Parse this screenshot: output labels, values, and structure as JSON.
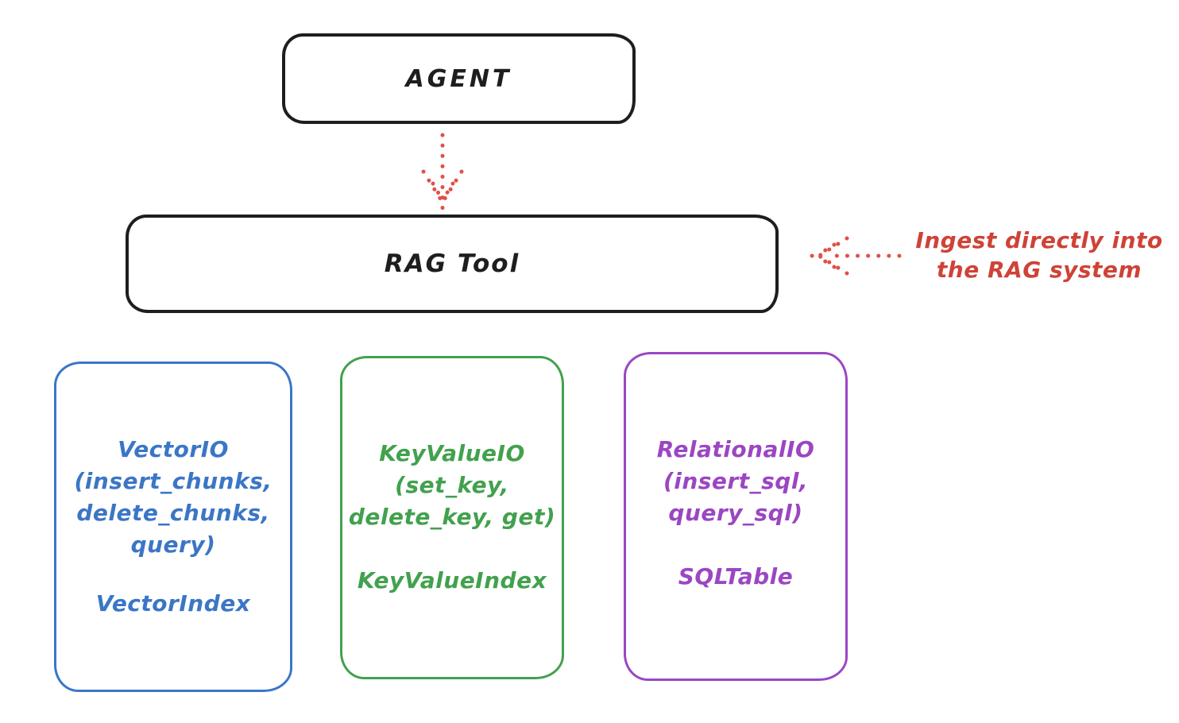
{
  "colors": {
    "background": "#ffffff",
    "ink": "#1e1e1e",
    "arrow_red": "#df5149",
    "annotation_red": "#cf4237",
    "vector_blue": "#3b76c6",
    "keyvalue_green": "#42a14d",
    "relational_purple": "#9b46c3"
  },
  "agent": {
    "label": "AGENT"
  },
  "rag": {
    "label": "RAG Tool"
  },
  "annotation": {
    "lines": [
      "Ingest directly into",
      "the RAG system"
    ]
  },
  "arrows": [
    {
      "name": "agent-to-rag",
      "style": "dotted",
      "direction": "down"
    },
    {
      "name": "ingest-into-rag",
      "style": "dotted",
      "direction": "left"
    }
  ],
  "io_boxes": [
    {
      "name": "vector-io",
      "color": "#3b76c6",
      "lines": [
        "VectorIO",
        "(insert_chunks,",
        "delete_chunks,",
        "query)"
      ],
      "index_label": "VectorIndex"
    },
    {
      "name": "keyvalue-io",
      "color": "#42a14d",
      "lines": [
        "KeyValueIO",
        "(set_key,",
        "delete_key, get)"
      ],
      "index_label": "KeyValueIndex"
    },
    {
      "name": "relational-io",
      "color": "#9b46c3",
      "lines": [
        "RelationalIO",
        "(insert_sql,",
        "query_sql)"
      ],
      "index_label": "SQLTable"
    }
  ]
}
